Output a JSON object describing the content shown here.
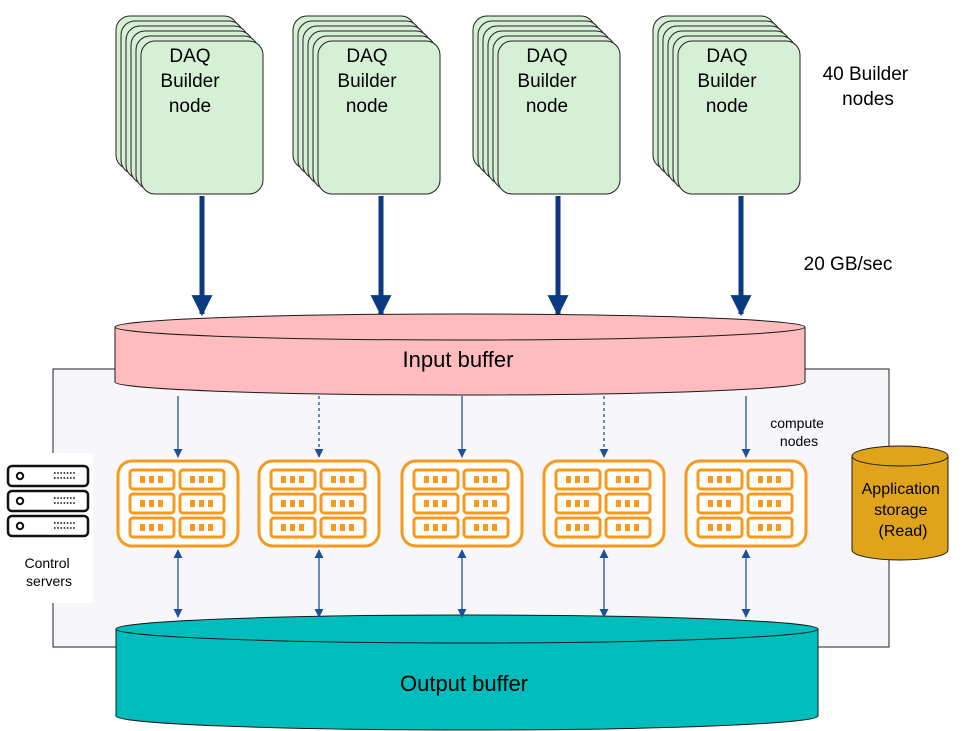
{
  "builder_nodes": [
    {
      "lines": [
        "DAQ",
        "Builder",
        "node"
      ]
    },
    {
      "lines": [
        "DAQ",
        "Builder",
        "node"
      ]
    },
    {
      "lines": [
        "DAQ",
        "Builder",
        "node"
      ]
    },
    {
      "lines": [
        "DAQ",
        "Builder",
        "node"
      ]
    }
  ],
  "builder_count_label": [
    "40 Builder",
    "nodes"
  ],
  "throughput_label": "20 GB/sec",
  "input_buffer_label": "Input buffer",
  "output_buffer_label": "Output buffer",
  "compute_nodes_label": [
    "compute",
    "nodes"
  ],
  "compute_nodes": [
    {
      "input_link": "solid"
    },
    {
      "input_link": "dashed"
    },
    {
      "input_link": "solid"
    },
    {
      "input_link": "dashed"
    },
    {
      "input_link": "solid"
    }
  ],
  "storage_label": [
    "Application",
    "storage",
    "(Read)"
  ],
  "control_label": [
    "Control",
    "servers"
  ],
  "colors": {
    "builder_fill": "#d6f0d6",
    "builder_stroke": "#222222",
    "arrow_blue": "#0b3a82",
    "input_buffer": "#ffbcbe",
    "output_buffer": "#00bdbd",
    "compute_orange": "#f79a1c",
    "storage_gold": "#e0a41a",
    "panel_fill": "#f7f7fb",
    "link_blue": "#1c4f9c"
  }
}
